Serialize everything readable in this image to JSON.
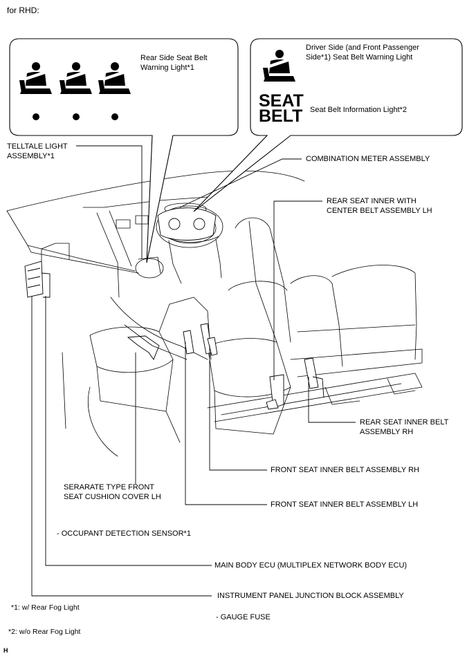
{
  "header": {
    "for_rhd": "for RHD:"
  },
  "callouts": {
    "rear_side_warning": "Rear Side Seat Belt\nWarning Light*1",
    "driver_side_warning_1": "Driver Side (and Front Passenger",
    "driver_side_warning_2": "Side*1) Seat Belt Warning Light",
    "seat_belt_info": "Seat Belt Information Light*2",
    "seat_belt_icon_line1": "SEAT",
    "seat_belt_icon_line2": "BELT"
  },
  "labels": {
    "telltale_1": "TELLTALE LIGHT",
    "telltale_2": "ASSEMBLY*1",
    "combination_meter": "COMBINATION METER ASSEMBLY",
    "rear_center_1": "REAR SEAT INNER WITH",
    "rear_center_2": "CENTER BELT ASSEMBLY LH",
    "rear_rh_1": "REAR SEAT INNER BELT",
    "rear_rh_2": "ASSEMBLY RH",
    "front_rh": "FRONT SEAT INNER BELT ASSEMBLY RH",
    "cushion_1": "SERARATE TYPE FRONT",
    "cushion_2": "SEAT CUSHION COVER LH",
    "front_lh": "FRONT SEAT INNER BELT ASSEMBLY LH",
    "occupant_sensor": "- OCCUPANT DETECTION SENSOR*1",
    "main_body_ecu": "MAIN BODY ECU (MULTIPLEX NETWORK BODY ECU)",
    "ip_junction": "INSTRUMENT PANEL JUNCTION BLOCK ASSEMBLY",
    "gauge_fuse": "- GAUGE FUSE"
  },
  "footnotes": {
    "note1": "*1: w/ Rear Fog Light",
    "note2": "*2: w/o Rear Fog Light"
  },
  "corner_mark": "H"
}
